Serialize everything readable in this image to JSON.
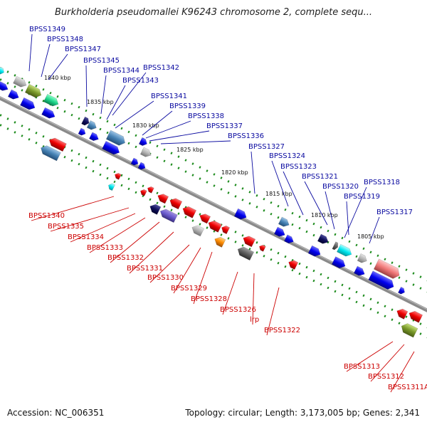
{
  "title": "Burkholderia pseudomallei K96243 chromosome 2, complete sequ...",
  "footer": {
    "accession": "Accession: NC_006351",
    "topology": "Topology: circular; Length: 3,173,005 bp; Genes: 2,341"
  },
  "colors": {
    "plus_strand_label": "#0a0aa0",
    "minus_strand_label": "#cc0000",
    "backbone": "#8a8a8a",
    "tick_dots": "#1a8a1a"
  },
  "kbp_ticks": [
    "1840 kbp",
    "1835 kbp",
    "1830 kbp",
    "1825 kbp",
    "1820 kbp",
    "1815 kbp",
    "1810 kbp",
    "1805 kbp"
  ],
  "plus_genes": [
    "BPSS1349",
    "BPSS1348",
    "BPSS1347",
    "BPSS1345",
    "BPSS1344",
    "BPSS1342",
    "BPSS1343",
    "BPSS1341",
    "BPSS1339",
    "BPSS1338",
    "BPSS1337",
    "BPSS1336",
    "BPSS1327",
    "BPSS1324",
    "BPSS1323",
    "BPSS1321",
    "BPSS1320",
    "BPSS1318",
    "BPSS1319",
    "BPSS1317"
  ],
  "minus_genes": [
    "BPSS1340",
    "BPSS1335",
    "BPSS1334",
    "BPSS1333",
    "BPSS1332",
    "BPSS1331",
    "BPSS1330",
    "BPSS1329",
    "BPSS1328",
    "BPSS1326",
    "lrp",
    "BPSS1322",
    "BPSS1313",
    "BPSS1312",
    "BPSS1311A"
  ]
}
